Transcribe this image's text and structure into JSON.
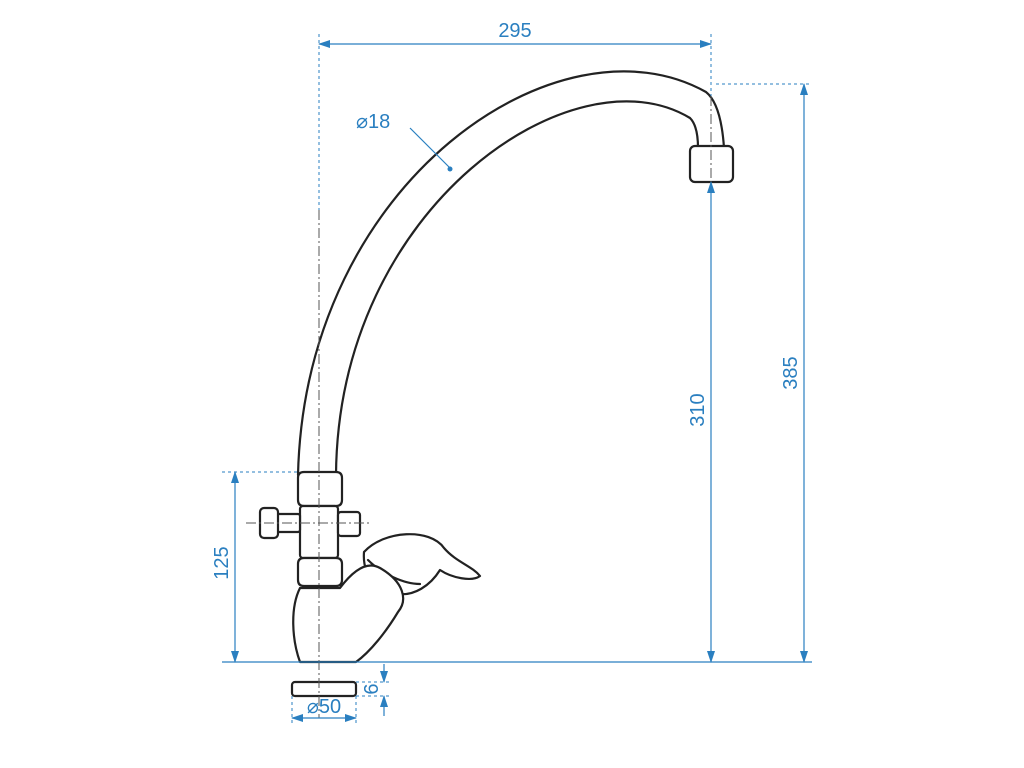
{
  "dimensions": {
    "spout_reach": "295",
    "spout_diameter": "18",
    "total_height": "385",
    "spout_clearance": "310",
    "body_height": "125",
    "base_thickness": "6",
    "base_diameter": "50"
  },
  "diameter_symbol": "⌀",
  "colors": {
    "outline": "#222222",
    "dimension": "#2a7fc0",
    "background": "#ffffff"
  }
}
